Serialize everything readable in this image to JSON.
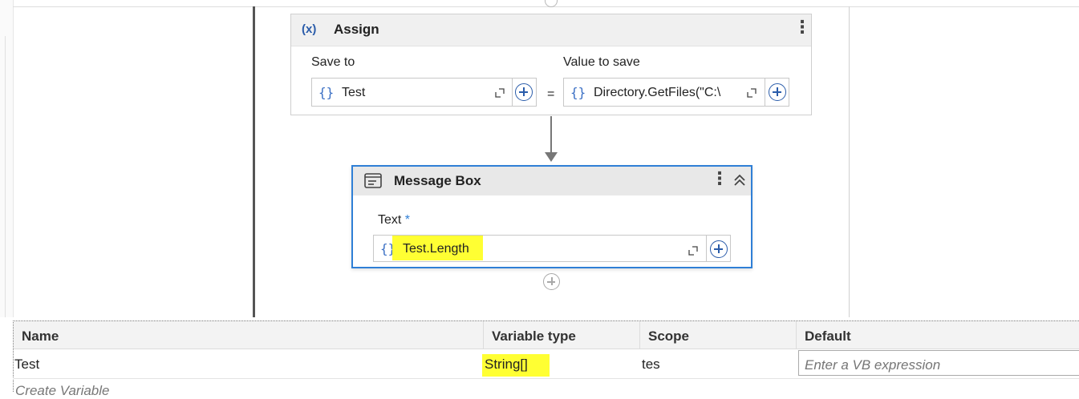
{
  "assign": {
    "icon": "(x)",
    "title": "Assign",
    "save_to_label": "Save to",
    "value_label": "Value to save",
    "save_to_value": "Test",
    "value_value": "Directory.GetFiles(\"C:\\",
    "equals": "=",
    "brace": "{}"
  },
  "message_box": {
    "title": "Message Box",
    "text_label": "Text",
    "required_mark": "*",
    "text_value": "Test.Length",
    "brace": "{}"
  },
  "variables": {
    "columns": [
      "Name",
      "Variable type",
      "Scope",
      "Default"
    ],
    "rows": [
      {
        "name": "Test",
        "type": "String[]",
        "scope": "tes",
        "default_placeholder": "Enter a VB expression"
      }
    ],
    "create_label": "Create Variable"
  },
  "colors": {
    "selected_border": "#2f7fd6",
    "highlight": "#ffff33",
    "accent": "#2a5caa"
  }
}
